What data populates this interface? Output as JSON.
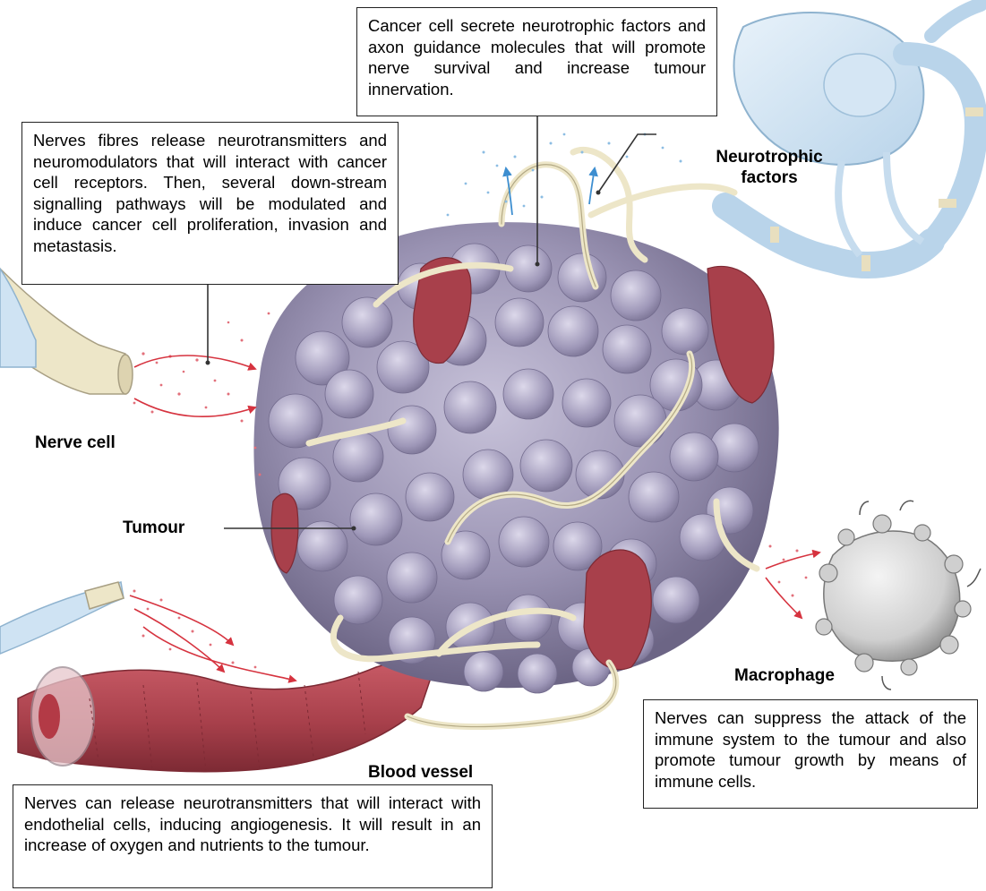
{
  "boxes": {
    "cancer_cell_secrete": "Cancer cell secrete neurotrophic factors and axon guidance molecules  that will promote nerve survival and increase tumour innervation.",
    "nerve_fibres_release": "Nerves fibres release neurotransmitters and neuromodulators that  will interact with cancer cell receptors. Then, several down-stream signalling pathways will be modulated    and induce cancer cell proliferation, invasion and metastasis.",
    "nerves_suppress": "Nerves can suppress the attack of the immune system to the tumour and also promote tumour growth by means of immune cells.",
    "nerves_release_endothelial": "Nerves can release neurotransmitters that will interact with endothelial cells, inducing angiogenesis. It will result in an increase of oxygen and nutrients to the tumour."
  },
  "labels": {
    "neurotrophic_factors": "Neurotrophic factors",
    "nerve_cell": "Nerve cell",
    "tumour": "Tumour",
    "macrophage": "Macrophage",
    "blood_vessel": "Blood vessel"
  },
  "colors": {
    "tumour_fill": "#9a93b3",
    "tumour_light": "#c8c3da",
    "tumour_dark": "#6c6585",
    "vessel": "#a8404b",
    "vessel_dark": "#7d2a34",
    "nerve_fiber": "#ede6c8",
    "nerve_cell_blue": "#cfe3f3",
    "nerve_cell_stroke": "#8fb3cf",
    "macrophage": "#d9d9d9",
    "arrow_red": "#d6333f",
    "arrow_blue": "#3d8ed0"
  }
}
